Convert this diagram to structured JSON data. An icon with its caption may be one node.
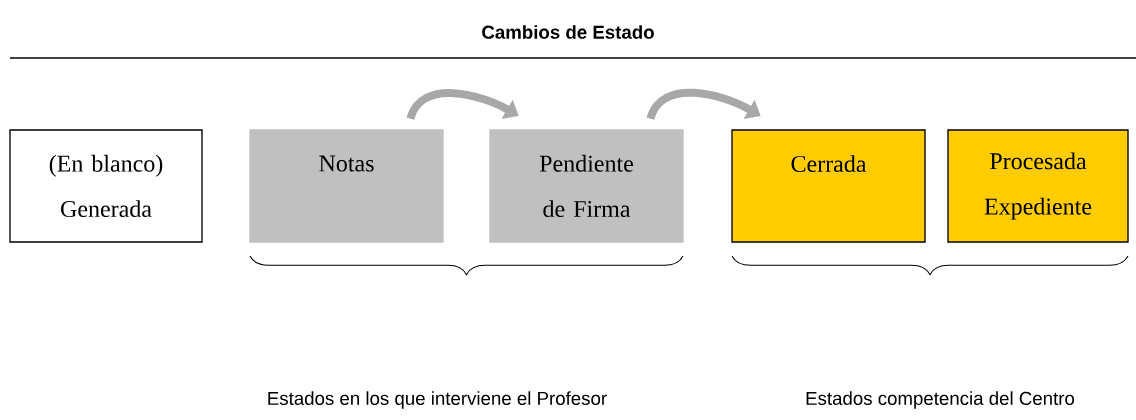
{
  "diagram": {
    "title": "Cambios de Estado",
    "nodes": [
      {
        "text": [
          "(En blanco) Generada"
        ]
      },
      {
        "text": [
          "Notas"
        ]
      },
      {
        "text": [
          "Pendiente de Firma"
        ]
      },
      {
        "text": [
          "Cerrada"
        ]
      },
      {
        "text": [
          "Procesada Expediente"
        ]
      }
    ],
    "edges": [
      {
        "from": 1,
        "to": 2,
        "arrow": "to"
      },
      {
        "from": 2,
        "to": 3,
        "arrow": "to"
      }
    ],
    "labels": [
      "Estados en los que interviene el Profesor",
      "Estados competencia del Centro"
    ]
  }
}
